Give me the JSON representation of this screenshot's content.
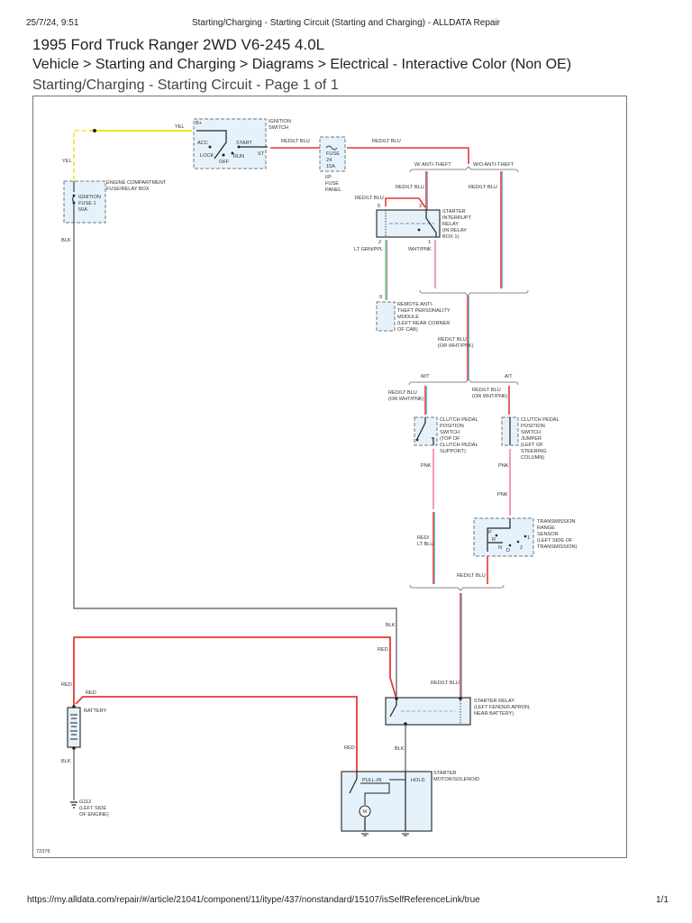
{
  "print_header": {
    "date": "25/7/24, 9:51",
    "title": "Starting/Charging - Starting Circuit (Starting and Charging) - ALLDATA Repair"
  },
  "vehicle": "1995 Ford Truck Ranger 2WD V6-245 4.0L",
  "breadcrumb": "Vehicle > Starting and Charging > Diagrams > Electrical - Interactive Color (Non OE)",
  "page_title": "Starting/Charging - Starting Circuit - Page 1 of 1",
  "diagram": {
    "id": "72376",
    "colors": {
      "yel": "#f5e61a",
      "red": "#e53935",
      "lt_blu": "#33d0e0",
      "pnk": "#f06ea0",
      "lt_grn": "#60d060",
      "ppl": "#c050d0",
      "blk": "#555555",
      "component_fill": "#e6f2fb"
    },
    "components": {
      "ignition_switch": {
        "name": "IGNITION\nSWITCH",
        "terminals": {
          "bplus": "B+",
          "acc": "ACC",
          "lock": "LOCK",
          "off": "OFF",
          "run": "RUN",
          "start": "START",
          "st": "ST"
        }
      },
      "fuse_box": {
        "name": "ENGINE COMPARTMENT\nFUSE/RELAY BOX",
        "fuse": "IGNITION\nFUSE 1\n50A"
      },
      "fuse24": {
        "fuse": "FUSE\n24\n15A",
        "panel": "I/P\nFUSE\nPANEL"
      },
      "starter_interrupt_relay": {
        "name": "STARTER\nINTERRUPT\nRELAY\n(IN RELAY\nBOX 1)",
        "pins": [
          "5",
          "3",
          "2",
          "1"
        ]
      },
      "anti_theft_module": {
        "name": "REMOTE ANTI-\nTHEFT PERSONALITY\nMODULE\n(LEFT REAR CORNER\nOF CAB)",
        "pin": "9"
      },
      "clutch_switch": {
        "name": "CLUTCH PEDAL\nPOSITION\nSWITCH\n(TOP OF\nCLUTCH PEDAL\nSUPPORT)"
      },
      "clutch_jumper": {
        "name": "CLUTCH PEDAL\nPOSITION\nSWITCH\nJUMPER\n(LEFT OF\nSTEERING\nCOLUMN)"
      },
      "trs": {
        "name": "TRANSMISSION\nRANGE\nSENSOR\n(LEFT SIDE OF\nTRANSMISSION)",
        "positions": [
          "P",
          "R",
          "N",
          "D",
          "2",
          "1"
        ]
      },
      "starter_relay": {
        "name": "STARTER RELAY\n(LEFT FENDER APRON,\nNEAR BATTERY)"
      },
      "starter_motor": {
        "name": "STARTER\nMOTOR/SOLENOID",
        "pull_in": "PULL-IN",
        "hold": "HOLD",
        "motor": "M"
      },
      "battery": {
        "name": "BATTERY"
      },
      "ground": {
        "name": "G112\n(LEFT SIDE\nOF ENGINE)"
      }
    },
    "wire_labels": {
      "yel_top": "YEL",
      "yel_left": "YEL",
      "redlt_1": "RED/LT BLU",
      "redlt_2": "RED/LT BLU",
      "w_anti": "W/ ANTI-THEFT",
      "wo_anti": "W/O ANTI-THEFT",
      "redlt_3": "RED/LT BLU",
      "redlt_4": "RED/LT BLU",
      "redlt_5": "RED/LT BLU",
      "ltgrn": "LT GRN/PPL",
      "whtpnk": "WHT/PNK",
      "redlt_or": "RED/LT BLU\n(OR WHT/PNK)",
      "mt": "M/T",
      "at": "A/T",
      "redlt_or_mt": "RED/LT BLU\n(OR WHT/PNK)",
      "redlt_or_at": "RED/LT BLU\n(OR WHT/PNK)",
      "pnk_mt": "PNK",
      "pnk_at": "PNK",
      "pnk_at2": "PNK",
      "red_ltblu": "RED/\nLT BLU",
      "redlt_trs": "RED/LT BLU",
      "blk_left": "BLK",
      "blk_mid": "BLK",
      "red_a": "RED",
      "red_b": "RED",
      "red_c": "RED",
      "redlt_relay": "RED/LT BLU",
      "blk_relay": "BLK",
      "red_motor": "RED",
      "blk_batt": "BLK"
    }
  },
  "footer": {
    "url": "https://my.alldata.com/repair/#/article/21041/component/11/itype/437/nonstandard/15107/isSelfReferenceLink/true",
    "page": "1/1"
  }
}
